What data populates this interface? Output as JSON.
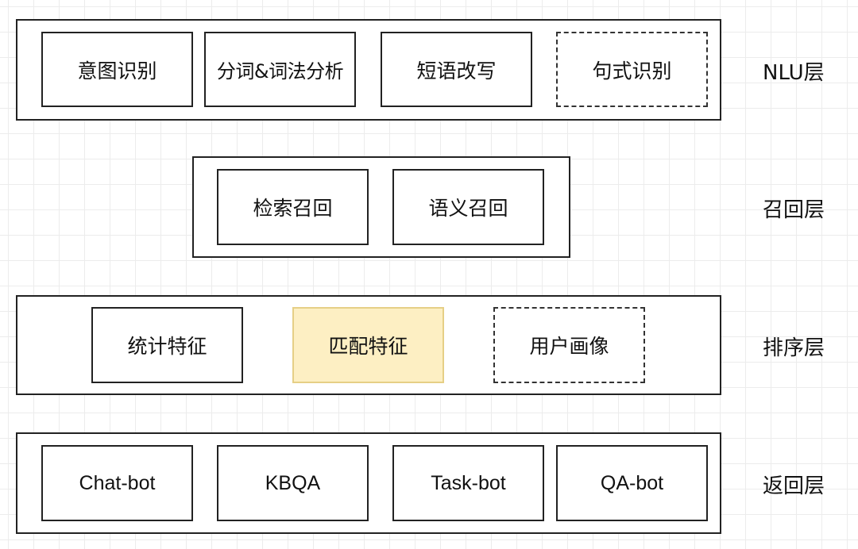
{
  "layers": [
    {
      "label": "NLU层",
      "items": [
        {
          "text": "意图识别",
          "style": "solid"
        },
        {
          "text": "分词&词法分析",
          "style": "solid"
        },
        {
          "text": "短语改写",
          "style": "solid"
        },
        {
          "text": "句式识别",
          "style": "dashed"
        }
      ]
    },
    {
      "label": "召回层",
      "items": [
        {
          "text": "检索召回",
          "style": "solid"
        },
        {
          "text": "语义召回",
          "style": "solid"
        }
      ]
    },
    {
      "label": "排序层",
      "items": [
        {
          "text": "统计特征",
          "style": "solid"
        },
        {
          "text": "匹配特征",
          "style": "highlighted"
        },
        {
          "text": "用户画像",
          "style": "dashed"
        }
      ]
    },
    {
      "label": "返回层",
      "items": [
        {
          "text": "Chat-bot",
          "style": "solid"
        },
        {
          "text": "KBQA",
          "style": "solid"
        },
        {
          "text": "Task-bot",
          "style": "solid"
        },
        {
          "text": "QA-bot",
          "style": "solid"
        }
      ]
    }
  ],
  "colors": {
    "highlight_fill": "#fdefc3",
    "highlight_border": "#e6cf86",
    "stroke": "#222222",
    "grid": "#ececec"
  }
}
